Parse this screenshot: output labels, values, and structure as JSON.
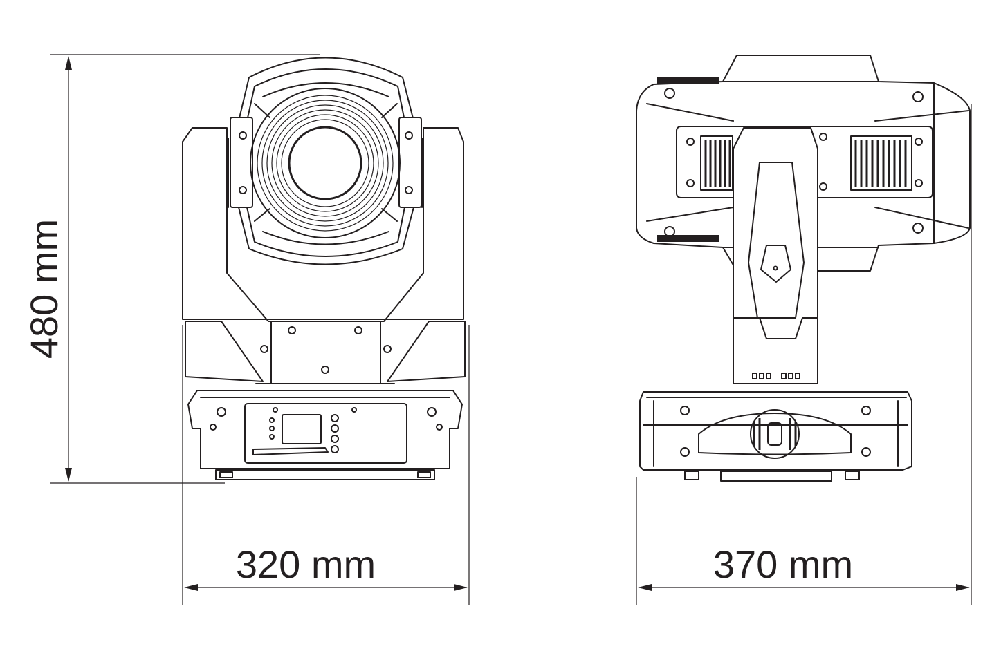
{
  "dimensions": {
    "height_label": "480 mm",
    "front_width_label": "320 mm",
    "side_depth_label": "370 mm"
  },
  "colors": {
    "line": "#231f20",
    "background": "#ffffff"
  }
}
